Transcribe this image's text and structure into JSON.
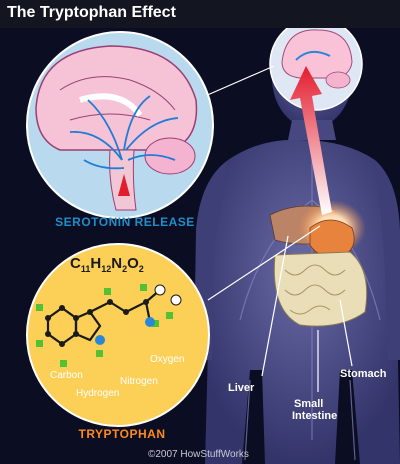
{
  "title": "The Tryptophan Effect",
  "inset_labels": {
    "serotonin": "SEROTONIN RELEASE",
    "tryptophan": "TRYPTOPHAN"
  },
  "formula": {
    "c": "C",
    "c_n": "11",
    "h": "H",
    "h_n": "12",
    "n": "N",
    "n_n": "2",
    "o": "O",
    "o_n": "2"
  },
  "atoms": {
    "carbon": "Carbon",
    "hydrogen": "Hydrogen",
    "nitrogen": "Nitrogen",
    "oxygen": "Oxygen"
  },
  "organs": {
    "liver": "Liver",
    "small_intestine_1": "Small",
    "small_intestine_2": "Intestine",
    "stomach": "Stomach"
  },
  "copyright": "©2007 HowStuffWorks",
  "colors": {
    "background": "#0b0d22",
    "body": "#4b4c86",
    "serotonin_label": "#1e8fc9",
    "tryptophan_label": "#ff8a1c",
    "molecule_panel": "#fccf57",
    "arrow": "#ef2433"
  }
}
